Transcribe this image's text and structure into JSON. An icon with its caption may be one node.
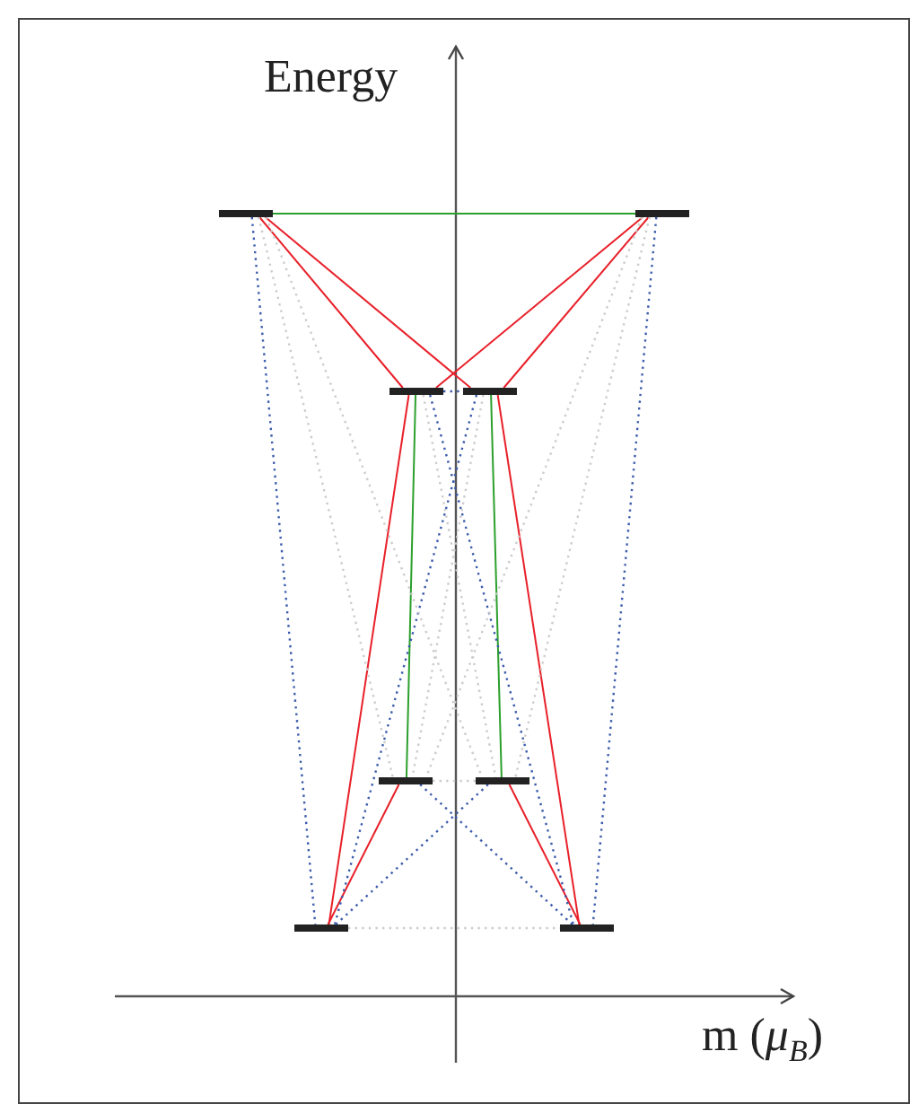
{
  "diagram": {
    "nodes": [
      {
        "text": [],
        "shape": "bar"
      },
      {
        "text": [],
        "shape": "bar"
      },
      {
        "text": [],
        "shape": "bar"
      },
      {
        "text": [],
        "shape": "bar"
      },
      {
        "text": [],
        "shape": "bar"
      },
      {
        "text": [],
        "shape": "bar"
      },
      {
        "text": [],
        "shape": "bar"
      },
      {
        "text": [],
        "shape": "bar"
      }
    ],
    "edges": [
      {
        "from": 0,
        "to": 1,
        "arrow": "none",
        "color": "#2ca02c"
      },
      {
        "from": 0,
        "to": 2,
        "arrow": "none",
        "color": "#e8202a"
      },
      {
        "from": 0,
        "to": 3,
        "arrow": "none",
        "color": "#e8202a"
      },
      {
        "from": 1,
        "to": 2,
        "arrow": "none",
        "color": "#e8202a"
      },
      {
        "from": 1,
        "to": 3,
        "arrow": "none",
        "color": "#e8202a"
      },
      {
        "from": 2,
        "to": 4,
        "arrow": "none",
        "color": "#2ca02c"
      },
      {
        "from": 3,
        "to": 5,
        "arrow": "none",
        "color": "#2ca02c"
      },
      {
        "from": 2,
        "to": 6,
        "arrow": "none",
        "color": "#e8202a"
      },
      {
        "from": 3,
        "to": 7,
        "arrow": "none",
        "color": "#e8202a"
      },
      {
        "from": 4,
        "to": 6,
        "arrow": "none",
        "color": "#e8202a"
      },
      {
        "from": 5,
        "to": 7,
        "arrow": "none",
        "color": "#e8202a"
      },
      {
        "from": 0,
        "to": 6,
        "arrow": "none",
        "style": "dashed",
        "color": "#3b5bab"
      },
      {
        "from": 1,
        "to": 7,
        "arrow": "none",
        "style": "dashed",
        "color": "#3b5bab"
      },
      {
        "from": 2,
        "to": 3,
        "arrow": "none",
        "style": "dashed",
        "color": "#3b5bab"
      },
      {
        "from": 2,
        "to": 7,
        "arrow": "none",
        "style": "dashed",
        "color": "#3b5bab"
      },
      {
        "from": 3,
        "to": 6,
        "arrow": "none",
        "style": "dashed",
        "color": "#3b5bab"
      },
      {
        "from": 4,
        "to": 7,
        "arrow": "none",
        "style": "dashed",
        "color": "#3b5bab"
      },
      {
        "from": 5,
        "to": 6,
        "arrow": "none",
        "style": "dashed",
        "color": "#3b5bab"
      },
      {
        "from": 0,
        "to": 4,
        "arrow": "none",
        "style": "dashed",
        "color": "#cccccc"
      },
      {
        "from": 0,
        "to": 5,
        "arrow": "none",
        "style": "dashed",
        "color": "#cccccc"
      },
      {
        "from": 1,
        "to": 4,
        "arrow": "none",
        "style": "dashed",
        "color": "#cccccc"
      },
      {
        "from": 1,
        "to": 5,
        "arrow": "none",
        "style": "dashed",
        "color": "#cccccc"
      },
      {
        "from": 2,
        "to": 5,
        "arrow": "none",
        "style": "dashed",
        "color": "#cccccc"
      },
      {
        "from": 3,
        "to": 4,
        "arrow": "none",
        "style": "dashed",
        "color": "#cccccc"
      },
      {
        "from": 4,
        "to": 5,
        "arrow": "none",
        "style": "dashed",
        "color": "#cccccc"
      },
      {
        "from": 6,
        "to": 7,
        "arrow": "none",
        "style": "dashed",
        "color": "#cccccc"
      }
    ],
    "labels": [
      "Energy",
      "m (*μ*$_{B}$)"
    ]
  }
}
